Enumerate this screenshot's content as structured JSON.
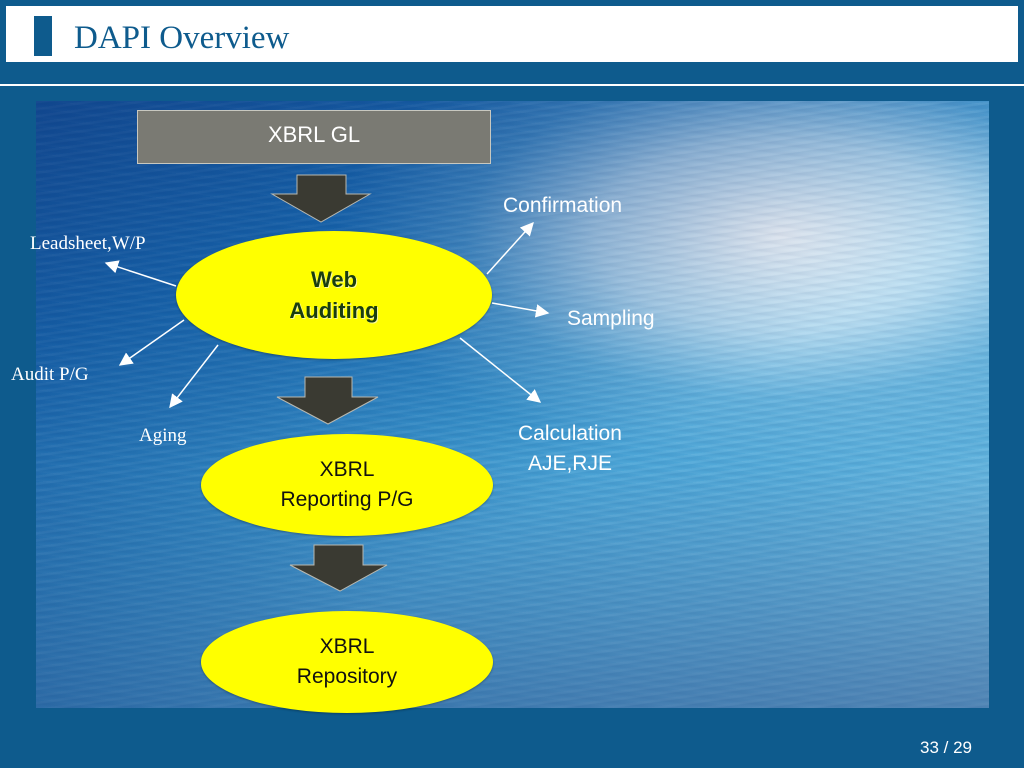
{
  "slide": {
    "title": "DAPI Overview",
    "page_number": "33 / 29"
  },
  "diagram": {
    "source": "XBRL GL",
    "hub_lines": [
      "Web",
      "Auditing"
    ],
    "reporting_lines": [
      "XBRL",
      "Reporting P/G"
    ],
    "repository_lines": [
      "XBRL",
      "Repository"
    ],
    "left_outputs": [
      "Leadsheet,W/P",
      "Audit P/G",
      "Aging"
    ],
    "right_outputs": [
      "Confirmation",
      "Sampling"
    ],
    "calculation_lines": [
      "Calculation",
      "AJE,RJE"
    ]
  },
  "colors": {
    "background": "#0e5b8d",
    "ellipse_fill": "#ffff00",
    "source_box": "#7a7a73",
    "down_arrow": "#3a3a32"
  },
  "icons": [
    "down-arrow-icon",
    "connector-arrow-icon"
  ]
}
